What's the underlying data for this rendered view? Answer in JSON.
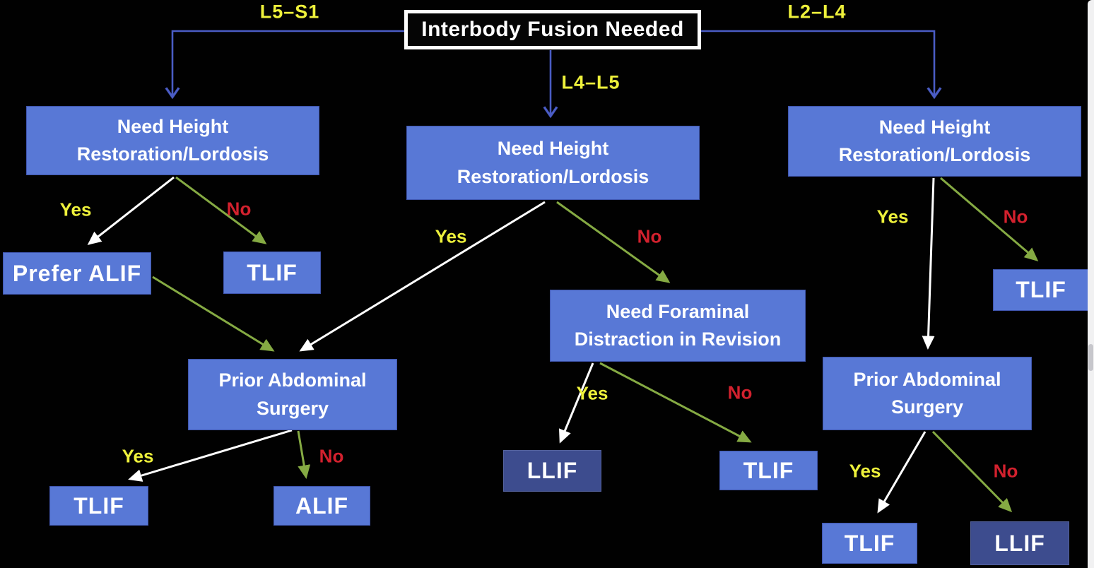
{
  "diagram": {
    "title": "Interbody Fusion Needed",
    "branch_labels": {
      "left": "L5–S1",
      "center": "L4–L5",
      "right": "L2–L4"
    },
    "decision_labels": {
      "yes": "Yes",
      "no": "No"
    },
    "nodes": {
      "nh_left": "Need Height\nRestoration/Lordosis",
      "nh_center": "Need Height\nRestoration/Lordosis",
      "nh_right": "Need Height\nRestoration/Lordosis",
      "prefer_alif": "Prefer ALIF",
      "tlif_left_no": "TLIF",
      "pas_left": "Prior Abdominal\nSurgery",
      "tlif_pas_left_yes": "TLIF",
      "alif_pas_left_no": "ALIF",
      "nfd_center": "Need Foraminal\nDistraction in Revision",
      "llif_nfd_yes": "LLIF",
      "tlif_nfd_no": "TLIF",
      "tlif_right_no": "TLIF",
      "pas_right": "Prior Abdominal\nSurgery",
      "tlif_pas_right_yes": "TLIF",
      "llif_pas_right_no": "LLIF"
    },
    "colors": {
      "background": "#000000",
      "box_blue": "#5878d6",
      "box_dark_navy": "#3d4c8e",
      "title_border": "#fdfdfd",
      "connector_blue": "#4a5cc4",
      "yes_yellow": "#eef13b",
      "no_red": "#d3212e",
      "green_arrow": "#85aa43",
      "white_arrow": "#ffffff"
    }
  }
}
